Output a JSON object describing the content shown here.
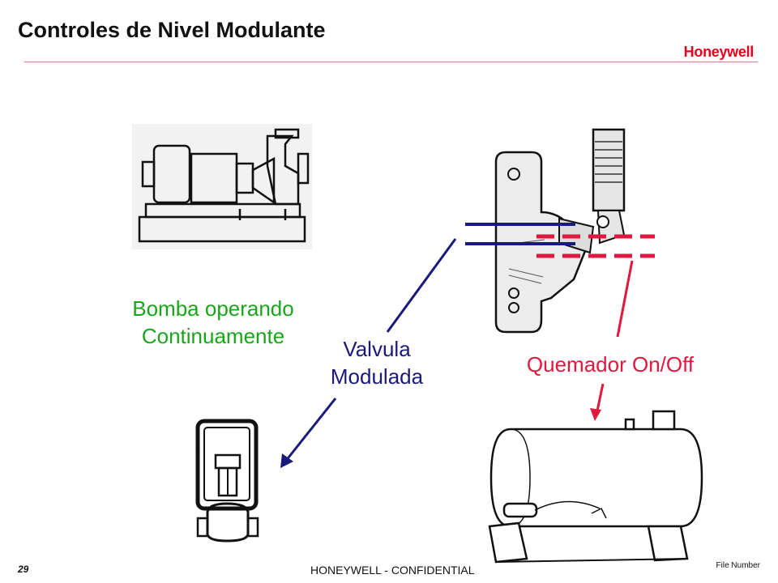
{
  "title": "Controles de Nivel Modulante",
  "brand": "Honeywell",
  "labels": {
    "pump_line1": "Bomba operando",
    "pump_line2": "Continuamente",
    "valve_line1": "Valvula",
    "valve_line2": "Modulada",
    "burner": "Quemador On/Off"
  },
  "footer": {
    "page_number": "29",
    "confidential": "HONEYWELL - CONFIDENTIAL",
    "file_number": "File Number"
  },
  "colors": {
    "green_text": "#1aa61a",
    "navy": "#1a1a7a",
    "red": "#e0193c",
    "brand_red": "#e3001b"
  }
}
